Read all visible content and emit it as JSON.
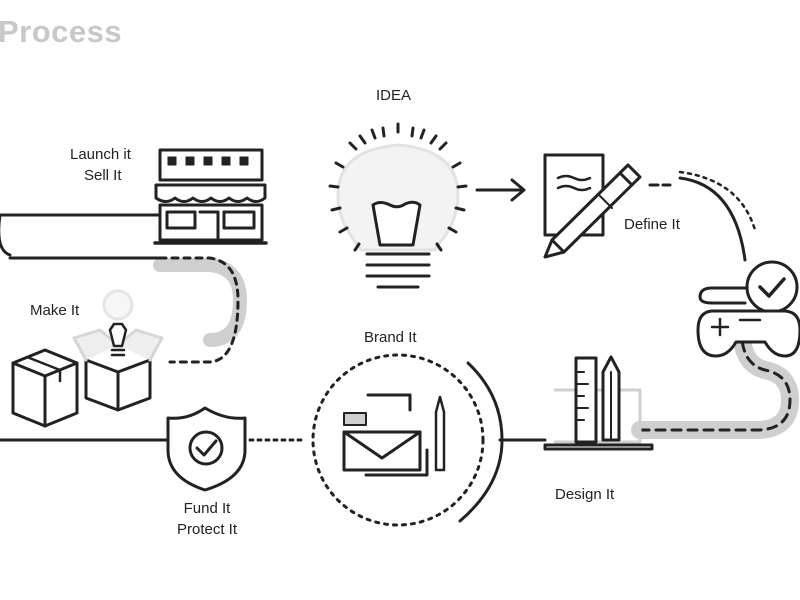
{
  "title": "Process",
  "steps": {
    "idea": "IDEA",
    "define": "Define It",
    "design": "Design It",
    "brand": "Brand It",
    "fund_line1": "Fund It",
    "fund_line2": "Protect It",
    "make": "Make It",
    "launch_line1": "Launch it",
    "launch_line2": "Sell It"
  },
  "colors": {
    "stroke": "#222222",
    "road": "#cfcfcf",
    "accent_light": "#e8e8e8"
  },
  "icons": {
    "idea": "lightbulb-icon",
    "define": "document-pen-icon",
    "test": "gamepad-check-icon",
    "design": "design-tools-icon",
    "brand": "branding-envelope-icon",
    "fund": "shield-check-icon",
    "make": "boxes-icon",
    "launch": "storefront-icon"
  }
}
